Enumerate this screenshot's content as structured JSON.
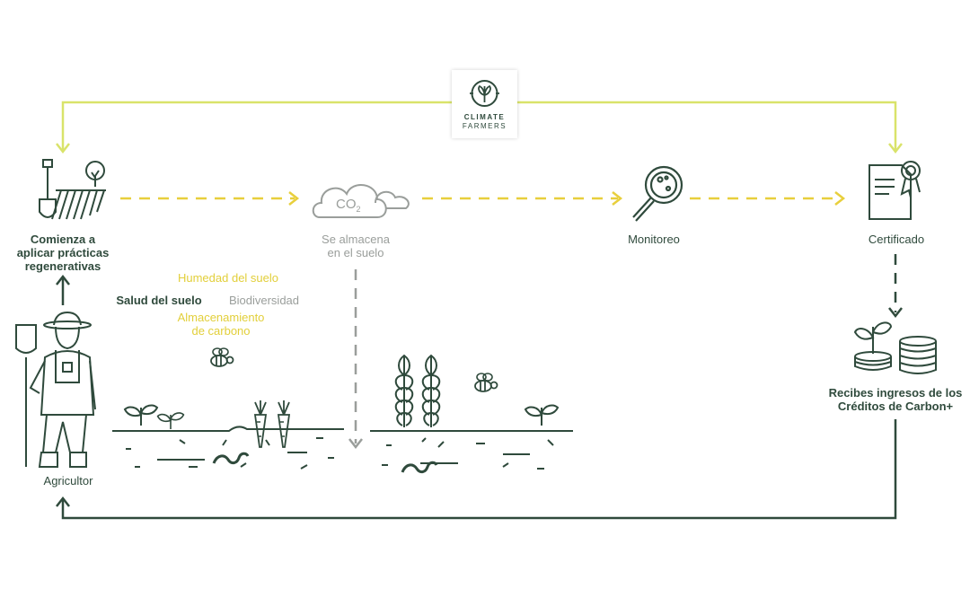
{
  "logo": {
    "line1": "CLIMATE",
    "line2": "FARMERS"
  },
  "co2": {
    "text": "CO",
    "subscript": "2"
  },
  "steps": {
    "start": [
      "Comienza a",
      "aplicar prácticas",
      "regenerativas"
    ],
    "store": [
      "Se almacena",
      "en el suelo"
    ],
    "monitor": "Monitoreo",
    "certified": "Certificado",
    "income": [
      "Recibes ingresos de los",
      "Créditos de Carbon+"
    ],
    "farmer": "Agricultor"
  },
  "benefits": {
    "humidity": "Humedad del suelo",
    "soil_health": "Salud del suelo",
    "biodiversity": "Biodiversidad",
    "carbon": [
      "Almacenamiento",
      "de carbono"
    ]
  },
  "colors": {
    "dark_green": "#2f4a3c",
    "lime": "#d9e36a",
    "yellow_dash": "#e8cf3c",
    "gray": "#9a9e9b"
  },
  "icons": [
    "shovel-rake-icon",
    "tree-icon",
    "co2-cloud-icon",
    "magnifier-icon",
    "certificate-icon",
    "plant-coins-icon",
    "farmer-icon",
    "bee-icon",
    "carrot-icon",
    "wheat-icon",
    "sprout-icon",
    "worm-icon"
  ]
}
